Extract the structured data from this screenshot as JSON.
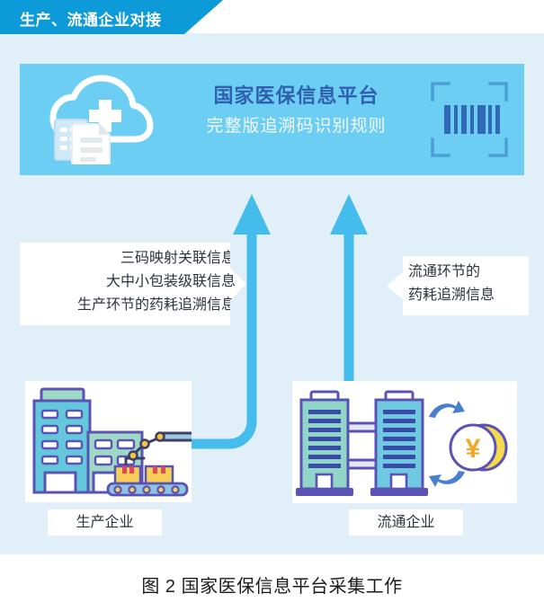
{
  "header": {
    "ribbon_label": "生产、流通企业对接",
    "ribbon_color": "#0c9ad8"
  },
  "platform": {
    "title": "国家医保信息平台",
    "subtitle": "完整版追溯码识别规则",
    "panel_color": "#6dcef4",
    "title_color": "#2f5fae",
    "subtitle_color": "#f2f7fb",
    "cloud_icon": "cloud-documents-medical-icon",
    "barcode_icon": "barcode-scan-icon"
  },
  "flows": {
    "left_arrow": {
      "icon": "curved-up-arrow-icon",
      "color": "#45bdec",
      "callout_lines": [
        "三码映射关联信息",
        "大中小包装级联信息",
        "生产环节的药耗追溯信息"
      ]
    },
    "right_arrow": {
      "icon": "straight-up-arrow-icon",
      "color": "#45bdec",
      "callout_lines": [
        "流通环节的",
        "药耗追溯信息"
      ]
    }
  },
  "entities": [
    {
      "label": "生产企业",
      "illustration": "factory-buildings-robot-conveyor-icon"
    },
    {
      "label": "流通企业",
      "illustration": "office-towers-money-exchange-icon"
    }
  ],
  "caption": "图 2 国家医保信息平台采集工作",
  "background": {
    "page_color": "#ffffff",
    "field_color": "#e1f0f8"
  }
}
